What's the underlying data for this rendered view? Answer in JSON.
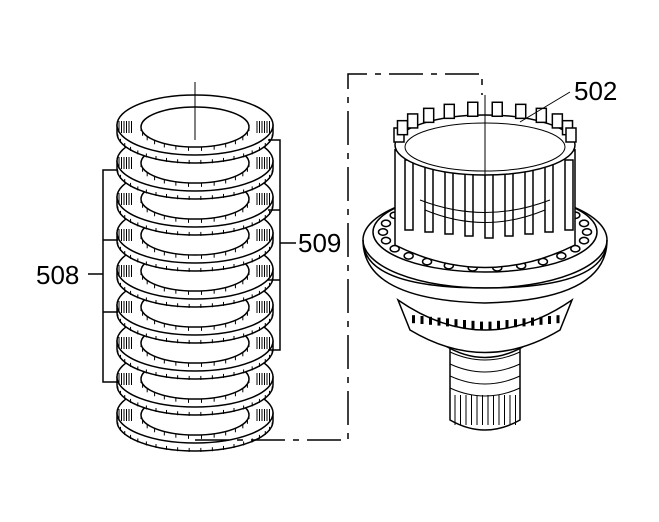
{
  "callouts": {
    "label_502": "502",
    "label_508": "508",
    "label_509": "509"
  },
  "colors": {
    "line": "#000000",
    "background": "#ffffff"
  }
}
